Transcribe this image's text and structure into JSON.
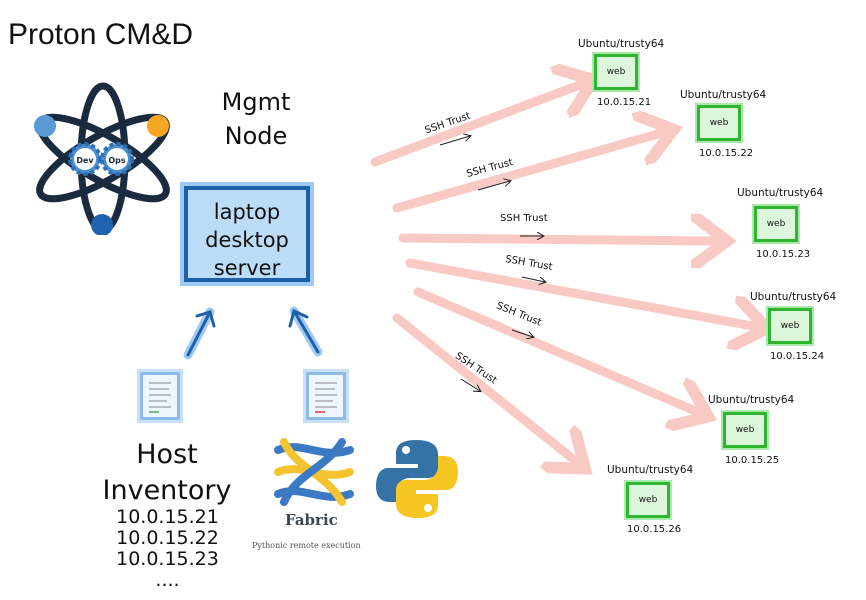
{
  "title": "Proton CM&D",
  "mgmt_node": {
    "line1": "Mgmt",
    "line2": "Node"
  },
  "node_box": {
    "line1": "laptop",
    "line2": "desktop",
    "line3": "server"
  },
  "host_inventory": {
    "line1": "Host",
    "line2": "Inventory",
    "ips": [
      "10.0.15.21",
      "10.0.15.22",
      "10.0.15.23",
      "...."
    ]
  },
  "devops_logo": {
    "dev": "Dev",
    "ops": "Ops"
  },
  "fabric": {
    "label": "Fabric",
    "tagline": "Pythonic remote execution"
  },
  "connection_label": "SSH Trust",
  "servers": [
    {
      "os": "Ubuntu/trusty64",
      "role": "web",
      "ip": "10.0.15.21"
    },
    {
      "os": "Ubuntu/trusty64",
      "role": "web",
      "ip": "10.0.15.22"
    },
    {
      "os": "Ubuntu/trusty64",
      "role": "web",
      "ip": "10.0.15.23"
    },
    {
      "os": "Ubuntu/trusty64",
      "role": "web",
      "ip": "10.0.15.24"
    },
    {
      "os": "Ubuntu/trusty64",
      "role": "web",
      "ip": "10.0.15.25"
    },
    {
      "os": "Ubuntu/trusty64",
      "role": "web",
      "ip": "10.0.15.26"
    }
  ],
  "colors": {
    "arrow": "#f9c9c4",
    "server_border": "#2fb52f",
    "node_border": "#1d5fa8",
    "node_fill": "#bcdcf7"
  }
}
